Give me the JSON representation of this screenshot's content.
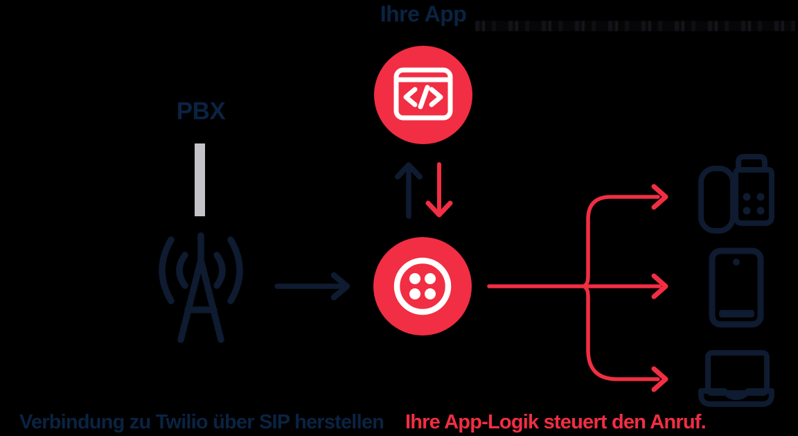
{
  "diagram": {
    "nodes": {
      "app": {
        "label": "Ihre App",
        "icon": "code-browser-icon",
        "shape": "red-circle"
      },
      "pbx": {
        "label": "PBX",
        "icon": "antenna-icon"
      },
      "twilio": {
        "icon": "twilio-logo-icon",
        "shape": "red-circle"
      },
      "devices": [
        {
          "icon": "desk-phone-icon"
        },
        {
          "icon": "smartphone-icon"
        },
        {
          "icon": "laptop-icon"
        }
      ]
    },
    "connections": [
      {
        "from": "pbx",
        "to": "twilio",
        "style": "navy-right-arrow"
      },
      {
        "from": "twilio",
        "to": "app",
        "style": "navy-up-arrow"
      },
      {
        "from": "app",
        "to": "twilio",
        "style": "red-down-arrow"
      },
      {
        "from": "twilio",
        "to": "devices",
        "style": "red-three-way-branch-arrows"
      }
    ],
    "captions": {
      "left": "Verbindung zu Twilio über SIP herstellen",
      "right": "Ihre App-Logik steuert den Anruf."
    },
    "colors": {
      "brand_red": "#F12E43",
      "navy_text": "#0A2342",
      "navy_icon": "#0E1B30",
      "gray_bar": "#C4C4C8",
      "icon_white": "#FFFFFF",
      "background": "#000000"
    }
  }
}
